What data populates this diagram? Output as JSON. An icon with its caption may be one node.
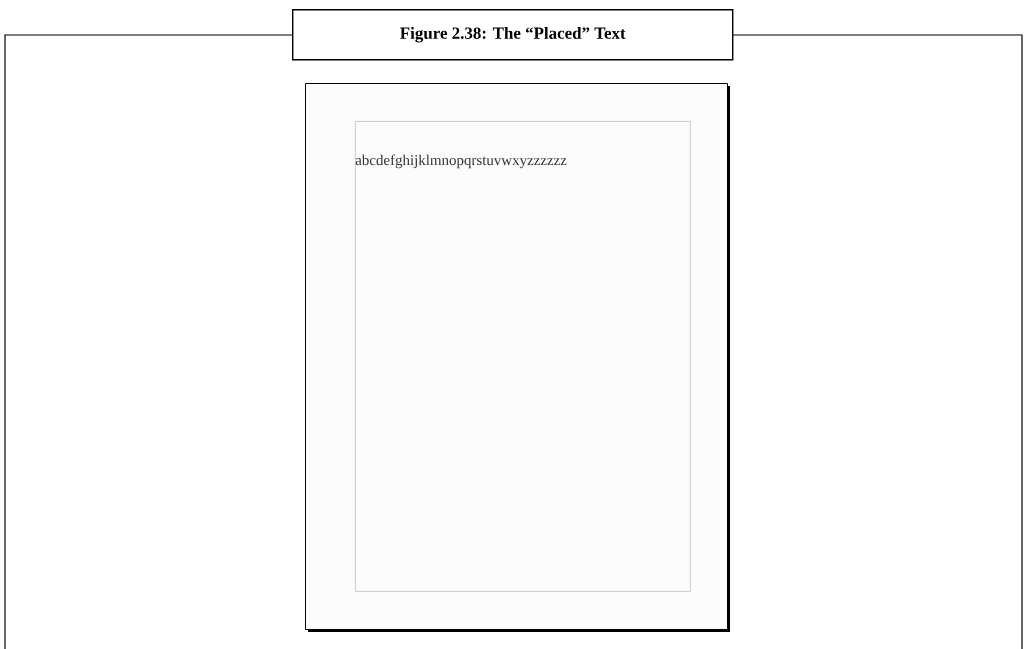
{
  "diagram": {
    "title": "Figure 2.38: The “Placed” Text",
    "nodes": [
      {
        "text": [],
        "shape": "box"
      },
      {
        "text": [
          "abcdefghijklmnopqrstuvwxyzzzzzz"
        ],
        "in": 0
      }
    ]
  }
}
